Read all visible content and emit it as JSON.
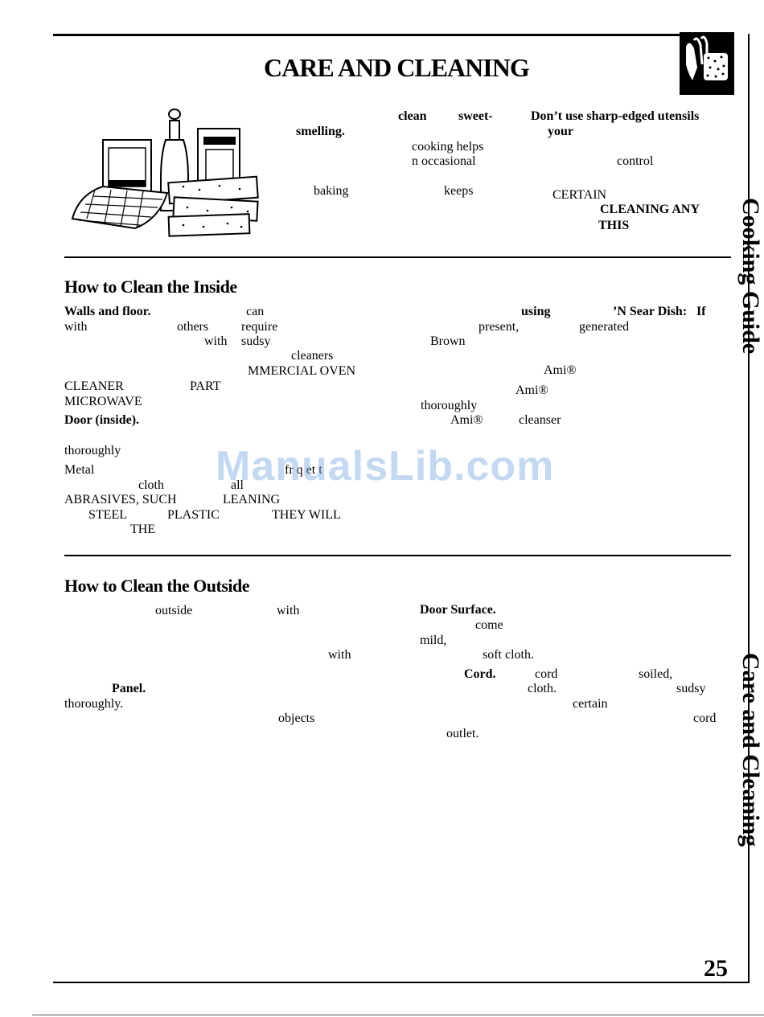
{
  "header": {
    "title": "CARE AND CLEANING"
  },
  "intro": {
    "fragments": [
      "clean",
      "sweet-",
      "Don’t use sharp-edged utensils",
      "smelling.",
      "your",
      "cooking helps",
      "n occasional",
      "control",
      "baking",
      "keeps",
      "CERTAIN",
      "CLEANING ANY",
      "THIS"
    ]
  },
  "inside": {
    "heading": "How to Clean the Inside",
    "left_fragments": [
      "Walls and floor.",
      "can",
      "with",
      "others",
      "require",
      "with",
      "sudsy",
      "cleaners",
      "MMERCIAL OVEN",
      "CLEANER",
      "PART",
      "MICROWAVE",
      "Door (inside).",
      "thoroughly",
      "Metal",
      "fr q et t",
      "cloth",
      "all",
      "ABRASIVES, SUCH",
      "LEANING",
      "STEEL",
      "PLASTIC",
      "THEY WILL",
      "THE"
    ],
    "right_fragments": [
      "using",
      "’N Sear Dish:",
      "If",
      "present,",
      "generated",
      "Brown",
      "Ami®",
      "Ami®",
      "thoroughly",
      "Ami®",
      "cleanser"
    ]
  },
  "outside": {
    "heading": "How to Clean the Outside",
    "left_fragments": [
      "outside",
      "with",
      "with",
      "Panel.",
      "thoroughly.",
      "objects"
    ],
    "right_fragments": [
      "Door Surface.",
      "come",
      "mild,",
      "soft cloth.",
      "Cord.",
      "cord",
      "soiled,",
      "cloth.",
      "sudsy",
      "certain",
      "cord",
      "outlet."
    ]
  },
  "sidebar": {
    "tab_top": "Cooking Guide",
    "tab_bottom": "Care and Cleaning"
  },
  "footer": {
    "page_number": "25"
  },
  "watermark": "ManualsLib.com"
}
